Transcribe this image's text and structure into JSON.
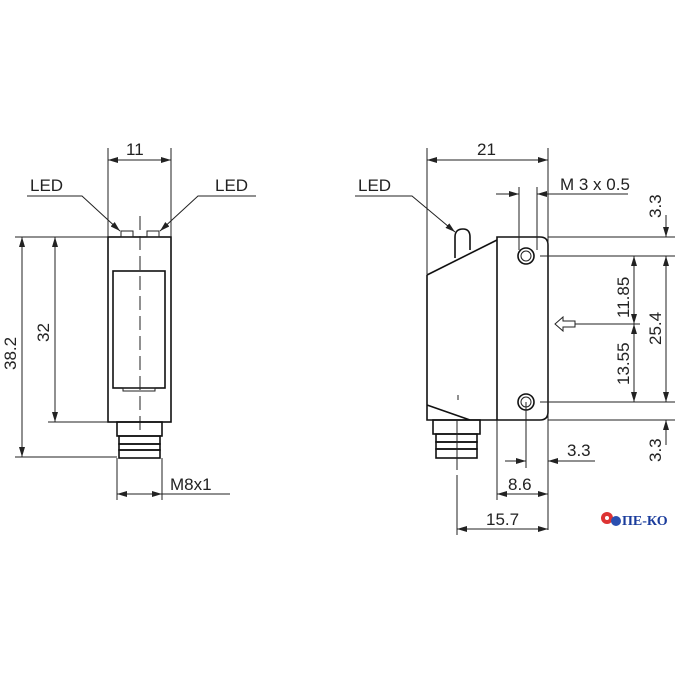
{
  "front_view": {
    "width_dim": "11",
    "led_left": "LED",
    "led_right": "LED",
    "height_total_dim": "38.2",
    "height_body_dim": "32",
    "connector_thread": "M8x1"
  },
  "side_view": {
    "width_dim": "21",
    "led": "LED",
    "screw_thread": "M 3 x 0.5",
    "top_offset_dim": "3.3",
    "upper_to_axis_dim": "11.85",
    "hole_spacing_dim": "25.4",
    "axis_to_lower_dim": "13.55",
    "bottom_offset_dim": "3.3",
    "hole_edge_dim": "3.3",
    "front_depth_dim": "8.6",
    "connector_pos_dim": "15.7"
  },
  "logo": {
    "text": "ПЕ-КО",
    "color": "#1a3c9c"
  }
}
